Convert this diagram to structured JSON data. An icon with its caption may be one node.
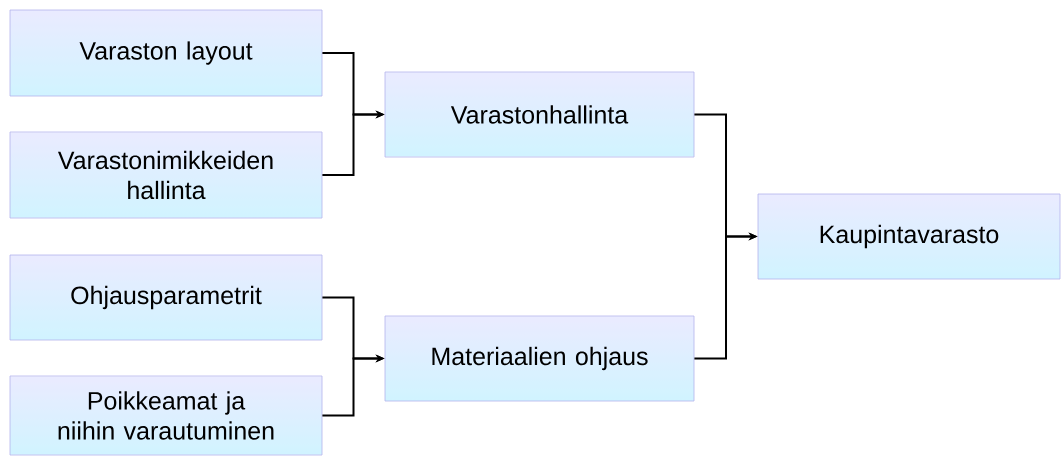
{
  "diagram": {
    "nodes": [
      {
        "text": [
          "Varaston layout"
        ]
      },
      {
        "text": [
          "Varastonimikkeiden hallinta"
        ]
      },
      {
        "text": [
          "Ohjausparametrit"
        ]
      },
      {
        "text": [
          "Poikkeamat ja niihin varautuminen"
        ]
      },
      {
        "text": [
          "Varastonhallinta"
        ]
      },
      {
        "text": [
          "Materiaalien ohjaus"
        ]
      },
      {
        "text": [
          "Kaupintavarasto"
        ]
      }
    ],
    "edges": [
      {
        "from": 0,
        "to": 4,
        "arrow": "to"
      },
      {
        "from": 1,
        "to": 4,
        "arrow": "to"
      },
      {
        "from": 2,
        "to": 5,
        "arrow": "to"
      },
      {
        "from": 3,
        "to": 5,
        "arrow": "to"
      },
      {
        "from": 4,
        "to": 6,
        "arrow": "to"
      },
      {
        "from": 5,
        "to": 6,
        "arrow": "to"
      }
    ]
  }
}
